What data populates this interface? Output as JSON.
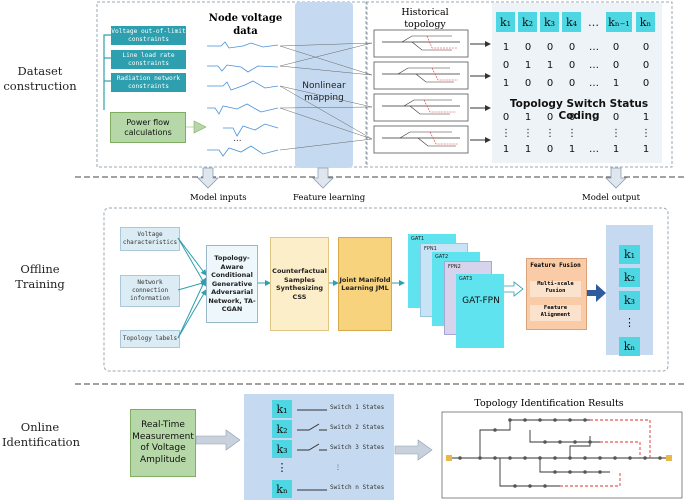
{
  "stages": {
    "dataset": "Dataset\nconstruction",
    "offline": "Offline\nTraining",
    "online": "Online\nIdentification"
  },
  "constraints": [
    "Voltage out-of-limit constraints",
    "Line load rate constraints",
    "Radiation network constraints"
  ],
  "power_flow": "Power flow calculations",
  "node_voltage_title": "Node voltage data",
  "nonlinear_mapping": "Nonlinear mapping",
  "historical_topology": "Historical topology",
  "coding": {
    "headers": [
      "k₁",
      "k₂",
      "k₃",
      "k₄",
      "…",
      "kₙ₋₁",
      "kₙ"
    ],
    "rows_top": [
      [
        "1",
        "0",
        "0",
        "0",
        "…",
        "0",
        "0"
      ],
      [
        "0",
        "1",
        "1",
        "0",
        "…",
        "0",
        "0"
      ],
      [
        "1",
        "0",
        "0",
        "0",
        "…",
        "1",
        "0"
      ]
    ],
    "caption": "Topology Switch Status Coding",
    "rows_bottom": [
      [
        "0",
        "1",
        "0",
        "0",
        "…",
        "0",
        "1"
      ],
      [
        "⋮",
        "⋮",
        "⋮",
        "⋮",
        "",
        "⋮",
        "⋮"
      ],
      [
        "1",
        "1",
        "0",
        "1",
        "…",
        "1",
        "1"
      ]
    ]
  },
  "flow_labels": {
    "model_inputs": "Model inputs",
    "feature_learning": "Feature learning",
    "model_output": "Model output"
  },
  "offline": {
    "inputs": [
      "Voltage characteristics",
      "Network connection information",
      "Topology labels"
    ],
    "tacgan": "Topology-Aware Conditional Generative Adversarial Network, TA-CGAN",
    "css": "Counterfactual Samples Synthesizing CSS",
    "jml": "Joint Manifold Learning JML",
    "layers": [
      "GAT1",
      "FPN1",
      "GAT2",
      "FPN2",
      "GAT3"
    ],
    "gatfpn": "GAT-FPN",
    "fusion_title": "Feature Fusion",
    "multiscale": "Multi-scale Fusion",
    "alignment": "Feature Alignment",
    "outputs": [
      "k₁",
      "k₂",
      "k₃",
      "⋮",
      "kₙ"
    ]
  },
  "online": {
    "realtime": "Real-Time Measurement of Voltage Amplitude",
    "switches": [
      {
        "k": "k₁",
        "label": "Switch 1 States"
      },
      {
        "k": "k₂",
        "label": "Switch 2 States"
      },
      {
        "k": "k₃",
        "label": "Switch 3 States"
      },
      {
        "k": "⋮",
        "label": "⋮"
      },
      {
        "k": "kₙ",
        "label": "Switch n States"
      }
    ],
    "results_title": "Topology Identification Results"
  },
  "colors": {
    "teal": "#2e9fae",
    "cyan": "#4fd6e3",
    "green": "#b6d7a8",
    "panel_blue": "#c5daf0",
    "arrow_gray": "#c9d2dc",
    "fusion_orange": "#f9cba6",
    "result_red": "#e03030"
  }
}
